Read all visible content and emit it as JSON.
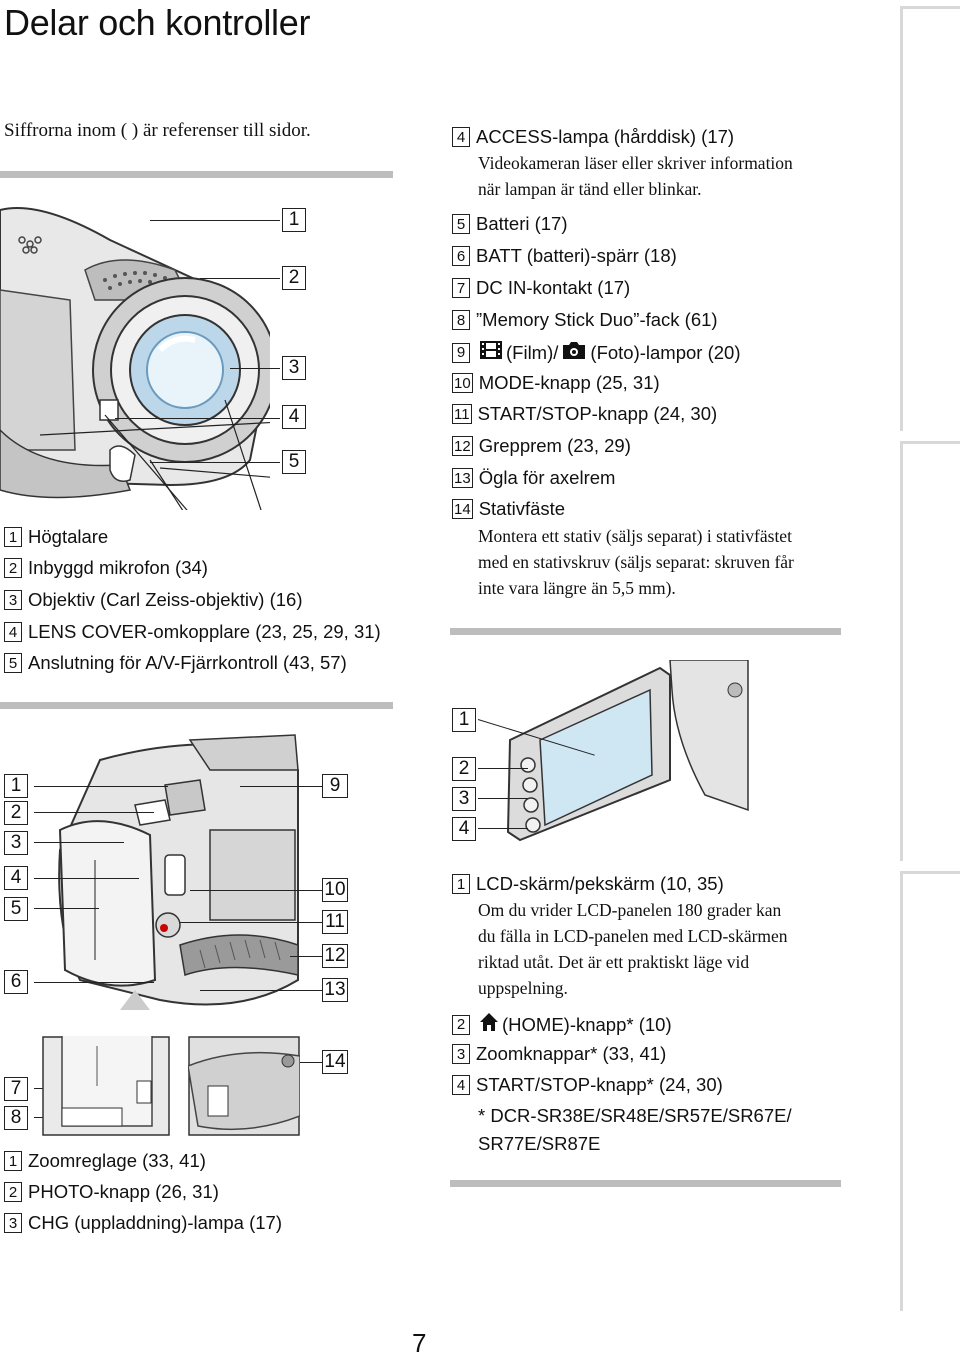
{
  "page": {
    "title": "Delar och kontroller",
    "intro": "Siffrorna inom ( ) är referenser till sidor.",
    "page_number": "7"
  },
  "figure1": {
    "callouts": [
      "1",
      "2",
      "3",
      "4",
      "5"
    ],
    "items": [
      {
        "num": "1",
        "text": "Högtalare"
      },
      {
        "num": "2",
        "text": "Inbyggd mikrofon (34)"
      },
      {
        "num": "3",
        "text": "Objektiv (Carl Zeiss-objektiv) (16)"
      },
      {
        "num": "4",
        "text": "LENS COVER-omkopplare (23, 25, 29, 31)"
      },
      {
        "num": "5",
        "text": "Anslutning för A/V-Fjärrkontroll (43, 57)"
      }
    ]
  },
  "figure2": {
    "callouts_left": [
      "1",
      "2",
      "3",
      "4",
      "5",
      "6",
      "7",
      "8"
    ],
    "callouts_right": [
      "9",
      "10",
      "11",
      "12",
      "13",
      "14"
    ],
    "items_left": [
      {
        "num": "1",
        "text": "Zoomreglage (33, 41)"
      },
      {
        "num": "2",
        "text": "PHOTO-knapp (26, 31)"
      },
      {
        "num": "3",
        "text": "CHG (uppladdning)-lampa (17)"
      }
    ],
    "items_right": [
      {
        "num": "4",
        "text": "ACCESS-lampa (hårddisk) (17)"
      },
      {
        "num": "5",
        "text": "Batteri (17)"
      },
      {
        "num": "6",
        "text": "BATT (batteri)-spärr (18)"
      },
      {
        "num": "7",
        "text": "DC IN-kontakt (17)"
      },
      {
        "num": "8",
        "text": "”Memory Stick Duo”-fack (61)"
      },
      {
        "num": "9",
        "text_film": "(Film)/",
        "text_foto": "(Foto)-lampor (20)"
      },
      {
        "num": "10",
        "text": "MODE-knapp (25, 31)"
      },
      {
        "num": "11",
        "text": "START/STOP-knapp (24, 30)"
      },
      {
        "num": "12",
        "text": "Grepprem (23, 29)"
      },
      {
        "num": "13",
        "text": "Ögla för axelrem"
      },
      {
        "num": "14",
        "text": "Stativfäste"
      }
    ],
    "access_desc": [
      "Videokameran läser eller skriver information",
      "när lampan är tänd eller blinkar."
    ],
    "stativ_desc": [
      "Montera ett stativ (säljs separat) i stativfästet",
      "med en stativskruv (säljs separat: skruven får",
      "inte vara längre än 5,5 mm)."
    ]
  },
  "figure3": {
    "callouts": [
      "1",
      "2",
      "3",
      "4"
    ],
    "items": [
      {
        "num": "1",
        "text": "LCD-skärm/pekskärm (10, 35)"
      },
      {
        "num": "2",
        "text": "(HOME)-knapp* (10)"
      },
      {
        "num": "3",
        "text": "Zoomknappar* (33, 41)"
      },
      {
        "num": "4",
        "text": "START/STOP-knapp* (24, 30)"
      }
    ],
    "lcd_desc": [
      "Om du vrider LCD-panelen 180 grader kan",
      "du fälla in LCD-panelen med LCD-skärmen",
      "riktad utåt. Det är ett praktiskt läge vid",
      "uppspelning."
    ],
    "footnote": [
      "* DCR-SR38E/SR48E/SR57E/SR67E/",
      "SR77E/SR87E"
    ]
  }
}
